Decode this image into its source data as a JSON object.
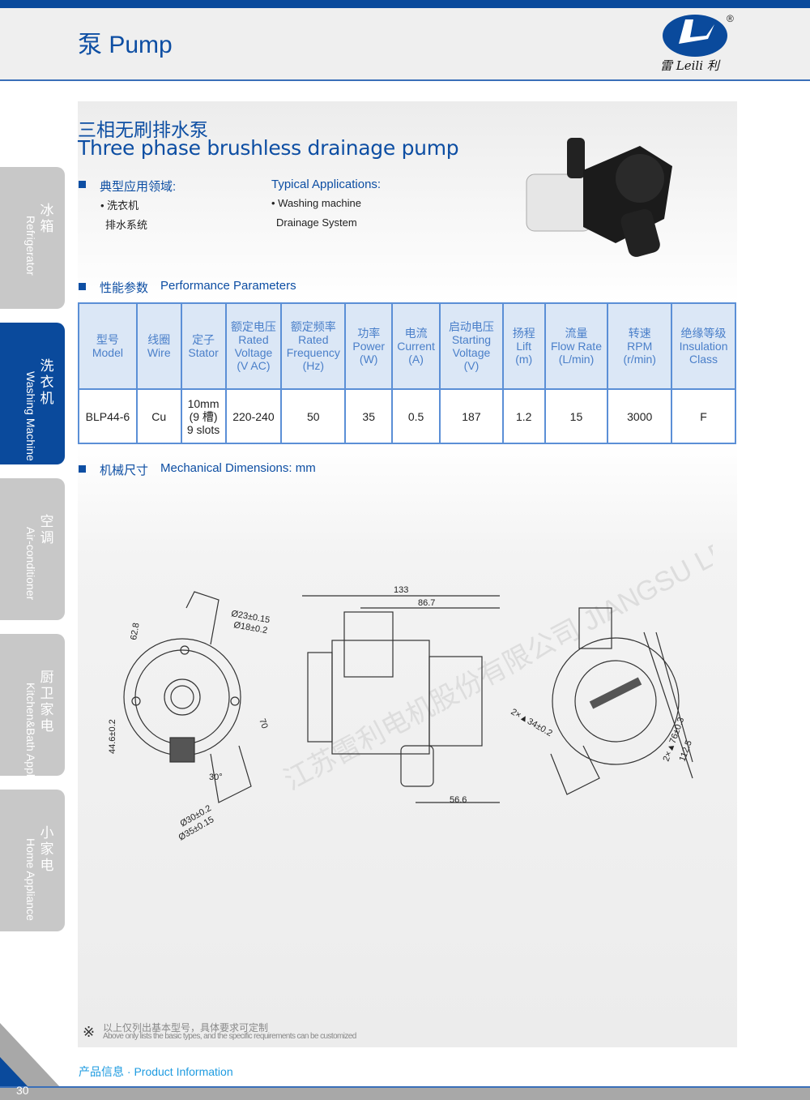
{
  "header": {
    "title": "泵 Pump",
    "logo_text": "雷 Leili 利",
    "registered": "®"
  },
  "product": {
    "title_cn": "三相无刷排水泵",
    "title_en": "Three phase brushless drainage pump"
  },
  "applications": {
    "heading_cn": "典型应用领域:",
    "items_cn": [
      "• 洗衣机",
      "排水系统"
    ],
    "heading_en": "Typical Applications:",
    "items_en": [
      "• Washing machine",
      "Drainage System"
    ]
  },
  "performance": {
    "heading_cn": "性能参数",
    "heading_en": "Performance Parameters"
  },
  "table": {
    "headers": [
      [
        "型号",
        "Model"
      ],
      [
        "线圈",
        "Wire"
      ],
      [
        "定子",
        "Stator"
      ],
      [
        "额定电压",
        "Rated",
        "Voltage",
        "(V AC)"
      ],
      [
        "额定频率",
        "Rated",
        "Frequency",
        "(Hz)"
      ],
      [
        "功率",
        "Power",
        "(W)"
      ],
      [
        "电流",
        "Current",
        "(A)"
      ],
      [
        "启动电压",
        "Starting",
        "Voltage",
        "(V)"
      ],
      [
        "扬程",
        "Lift",
        "(m)"
      ],
      [
        "流量",
        "Flow Rate",
        "(L/min)"
      ],
      [
        "转速",
        "RPM",
        "(r/min)"
      ],
      [
        "绝缘等级",
        "Insulation",
        "Class"
      ]
    ],
    "rows": [
      [
        [
          "BLP44-6"
        ],
        [
          "Cu"
        ],
        [
          "10mm",
          "(9 槽)",
          "9 slots"
        ],
        [
          "220-240"
        ],
        [
          "50"
        ],
        [
          "35"
        ],
        [
          "0.5"
        ],
        [
          "187"
        ],
        [
          "1.2"
        ],
        [
          "15"
        ],
        [
          "3000"
        ],
        [
          "F"
        ]
      ]
    ]
  },
  "mechanical": {
    "heading_cn": "机械尺寸",
    "heading_en": "Mechanical Dimensions: mm"
  },
  "drawing": {
    "dims": [
      "62.8",
      "Ø23±0.15",
      "Ø18±0.2",
      "44.6±0.2",
      "70",
      "30°",
      "Ø30±0.2",
      "Ø35±0.15",
      "133",
      "86.7",
      "56.6",
      "2×▲34±0.2",
      "2×▲76±0.3",
      "112.5"
    ],
    "watermark": "江苏雷利电机股份有限公司 JIANGSU LEILI MOTOR CO.,LTD"
  },
  "sidebar": [
    {
      "cn": "冰箱",
      "en": "Refrigerator"
    },
    {
      "cn": "洗衣机",
      "en": "Washing Machine"
    },
    {
      "cn": "空调",
      "en": "Air-conditioner"
    },
    {
      "cn": "厨卫家电",
      "en": "Kitchen&Bath Appliance"
    },
    {
      "cn": "小家电",
      "en": "Home Appliance"
    }
  ],
  "note": {
    "symbol": "※",
    "cn": "以上仅列出基本型号，具体要求可定制",
    "en": "Above only lists the basic types, and the specific requirements can be customized"
  },
  "footer": {
    "text": "产品信息 · Product Information",
    "page": "30"
  },
  "colors": {
    "brand": "#0a4a9c",
    "table_border": "#5b8fd6",
    "footer": "#1e9be0"
  }
}
